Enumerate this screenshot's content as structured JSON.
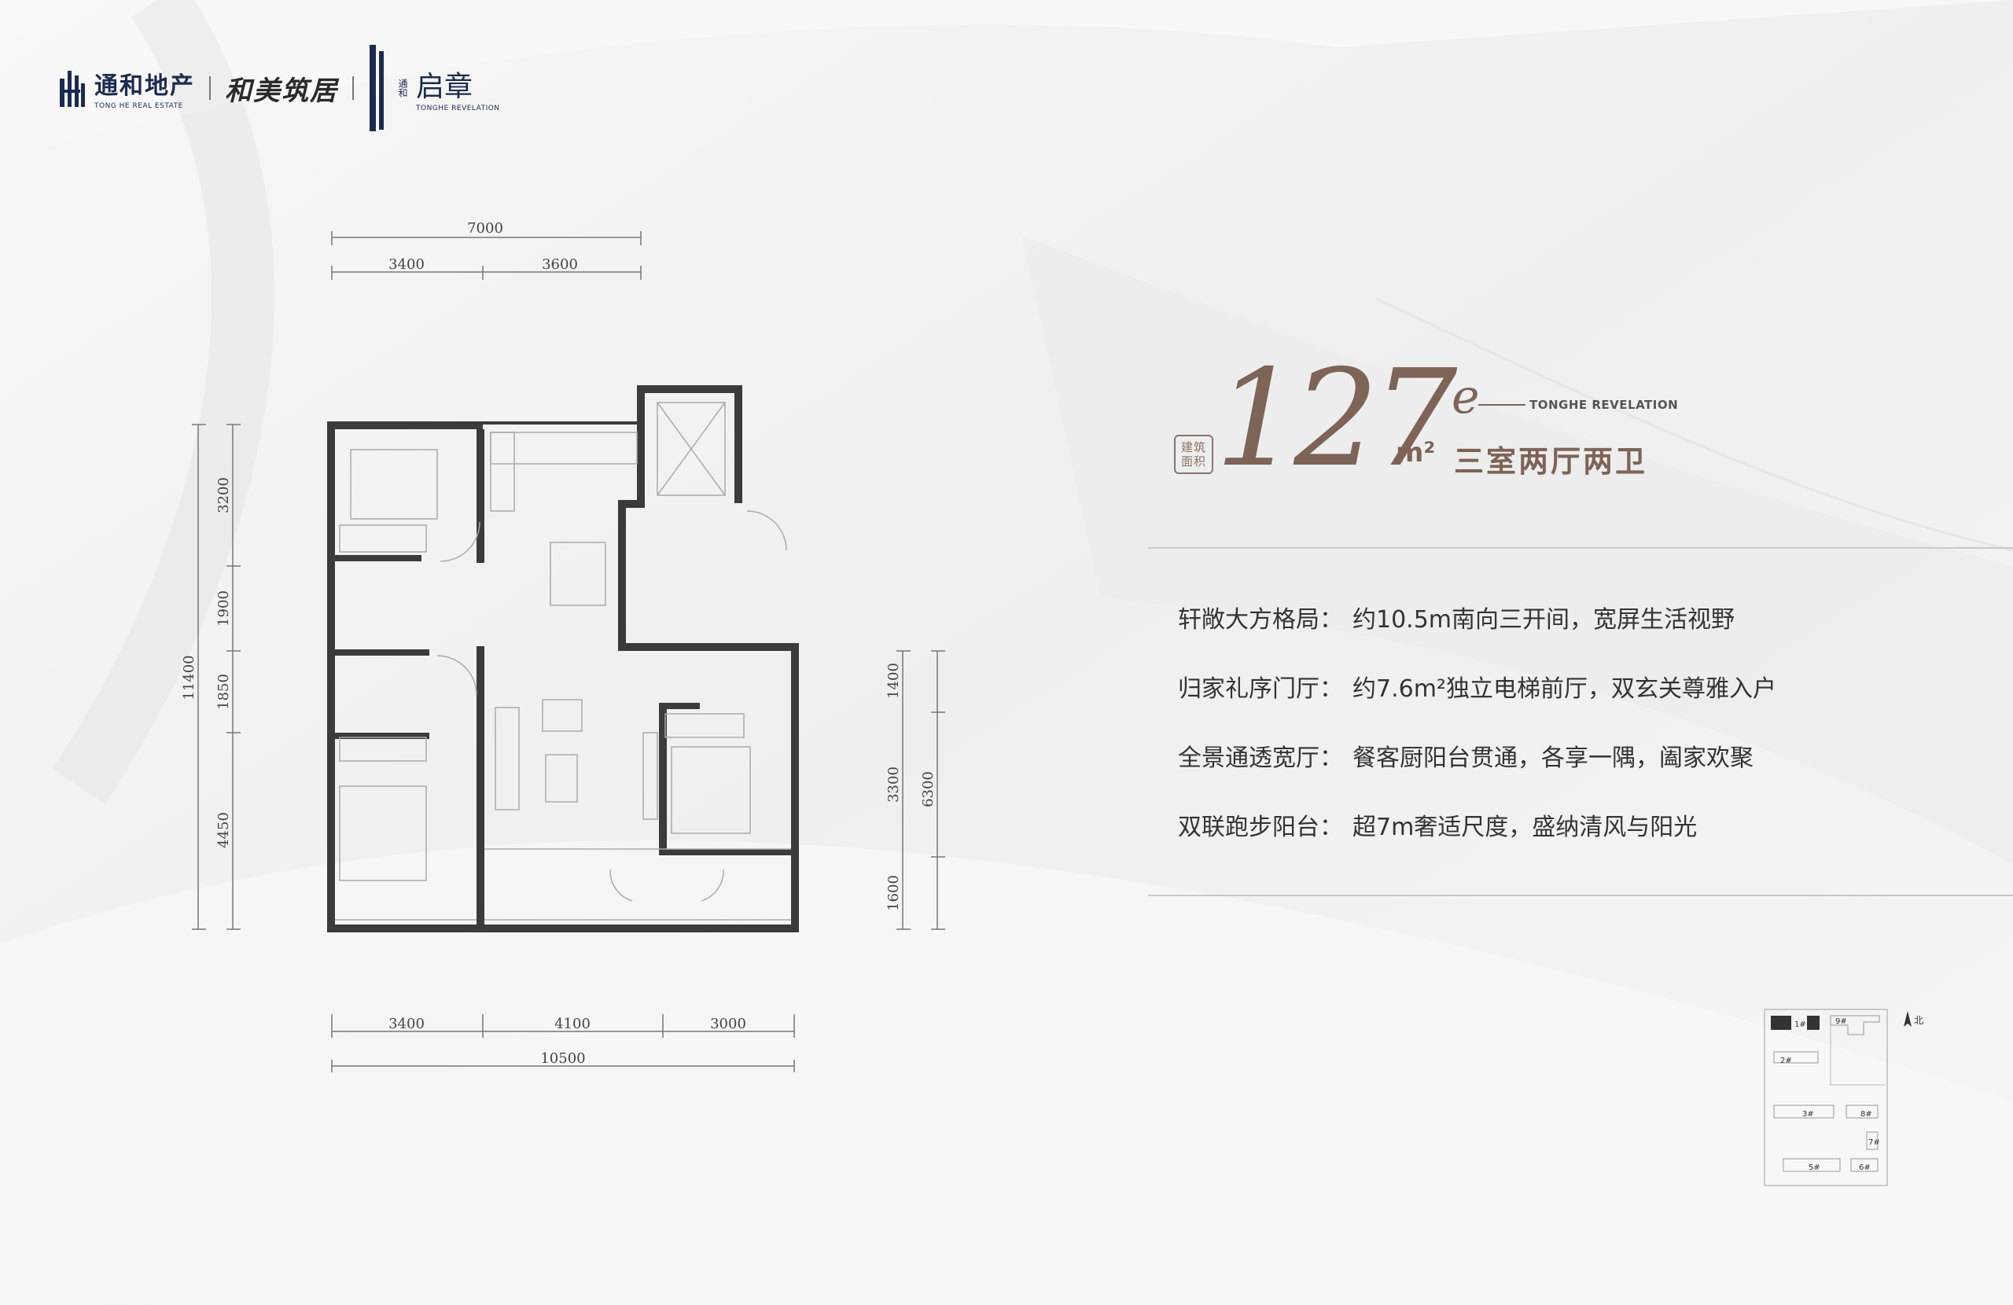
{
  "header": {
    "brand1_cn": "通和地产",
    "brand1_en": "TONG HE REAL ESTATE",
    "brand2": "和美筑居",
    "brand3_sub": "通和",
    "brand3_cn": "启章",
    "brand3_en": "TONGHE REVELATION"
  },
  "unit": {
    "area_badge": "建筑面积",
    "area": "127",
    "area_unit": "m²",
    "code": "e",
    "brand_tag": "TONGHE REVELATION",
    "layout_type": "三室两厅两卫"
  },
  "features": [
    {
      "label": "轩敞大方格局：",
      "text": "约10.5m南向三开间，宽屏生活视野"
    },
    {
      "label": "归家礼序门厅：",
      "text": "约7.6m²独立电梯前厅，双玄关尊雅入户"
    },
    {
      "label": "全景通透宽厅：",
      "text": "餐客厨阳台贯通，各享一隅，阖家欢聚"
    },
    {
      "label": "双联跑步阳台：",
      "text": "超7m奢适尺度，盛纳清风与阳光"
    }
  ],
  "dimensions": {
    "top_total": "7000",
    "top_a": "3400",
    "top_b": "3600",
    "bottom_a": "3400",
    "bottom_b": "4100",
    "bottom_c": "3000",
    "bottom_total": "10500",
    "left_total": "11400",
    "left_a": "3200",
    "left_b": "1900",
    "left_c": "1850",
    "left_d": "4450",
    "right_total": "6300",
    "right_a": "1400",
    "right_b": "3300",
    "right_c": "1600"
  },
  "site_map": {
    "north": "北",
    "buildings": [
      "1#",
      "9#",
      "2#",
      "3#",
      "8#",
      "7#",
      "5#",
      "6#"
    ]
  }
}
